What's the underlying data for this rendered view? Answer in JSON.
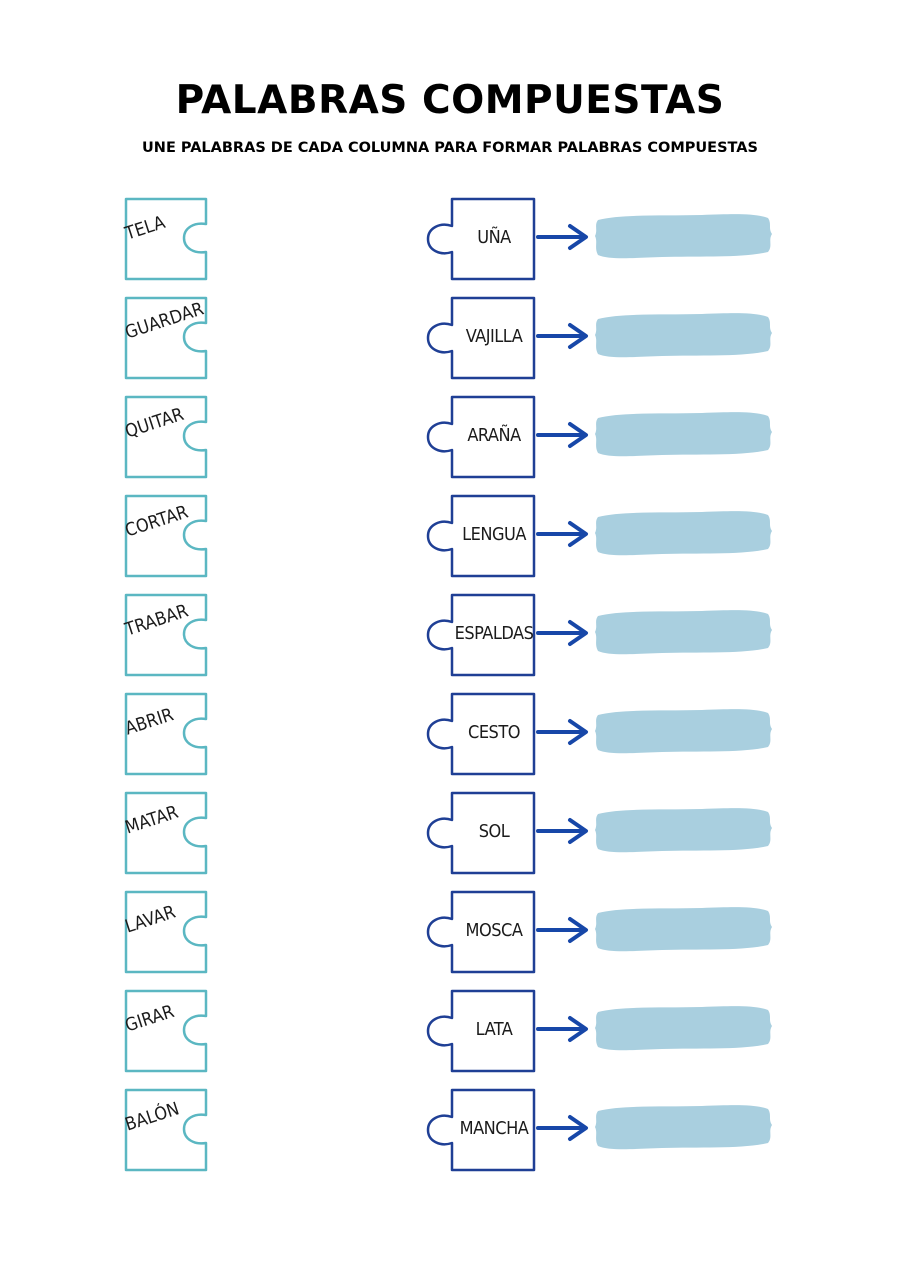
{
  "worksheet": {
    "title": "PALABRAS COMPUESTAS",
    "instruction": "UNE PALABRAS DE CADA COLUMNA PARA FORMAR PALABRAS COMPUESTAS"
  },
  "pairs": [
    {
      "left": "TELA",
      "right": "UÑA"
    },
    {
      "left": "GUARDAR",
      "right": "VAJILLA"
    },
    {
      "left": "QUITAR",
      "right": "ARAÑA"
    },
    {
      "left": "CORTAR",
      "right": "LENGUA"
    },
    {
      "left": "TRABAR",
      "right": "ESPALDAS"
    },
    {
      "left": "ABRIR",
      "right": "CESTO"
    },
    {
      "left": "MATAR",
      "right": "SOL"
    },
    {
      "left": "LAVAR",
      "right": "MOSCA"
    },
    {
      "left": "GIRAR",
      "right": "LATA"
    },
    {
      "left": "BALÓN",
      "right": "MANCHA"
    }
  ],
  "colors": {
    "left_piece_stroke": "#5bb7c2",
    "right_piece_stroke": "#1f3f95",
    "arrow": "#1747a8",
    "answer_fill": "#a9cfdf"
  }
}
